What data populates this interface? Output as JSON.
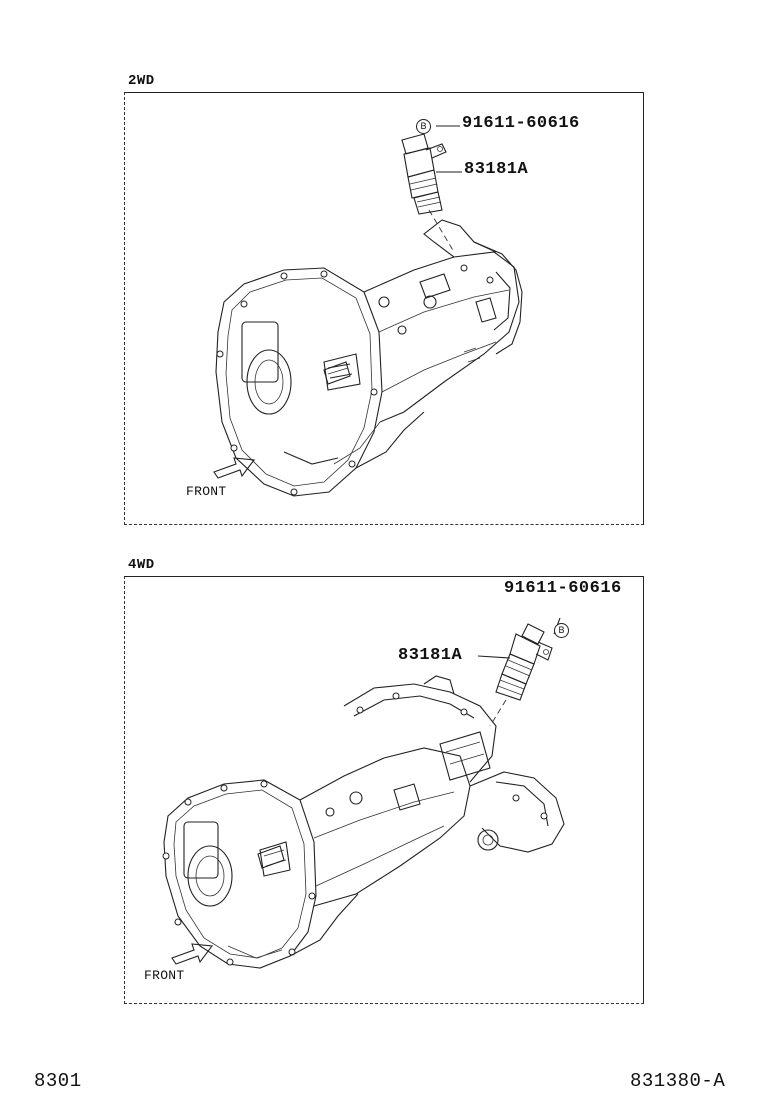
{
  "sections": [
    {
      "label": "2WD",
      "bolt_part": "91611-60616",
      "sensor_part": "83181A",
      "marker": "B",
      "front_label": "FRONT"
    },
    {
      "label": "4WD",
      "bolt_part": "91611-60616",
      "sensor_part": "83181A",
      "marker": "B",
      "front_label": "FRONT"
    }
  ],
  "footer": {
    "left": "8301",
    "right": "831380-A"
  }
}
